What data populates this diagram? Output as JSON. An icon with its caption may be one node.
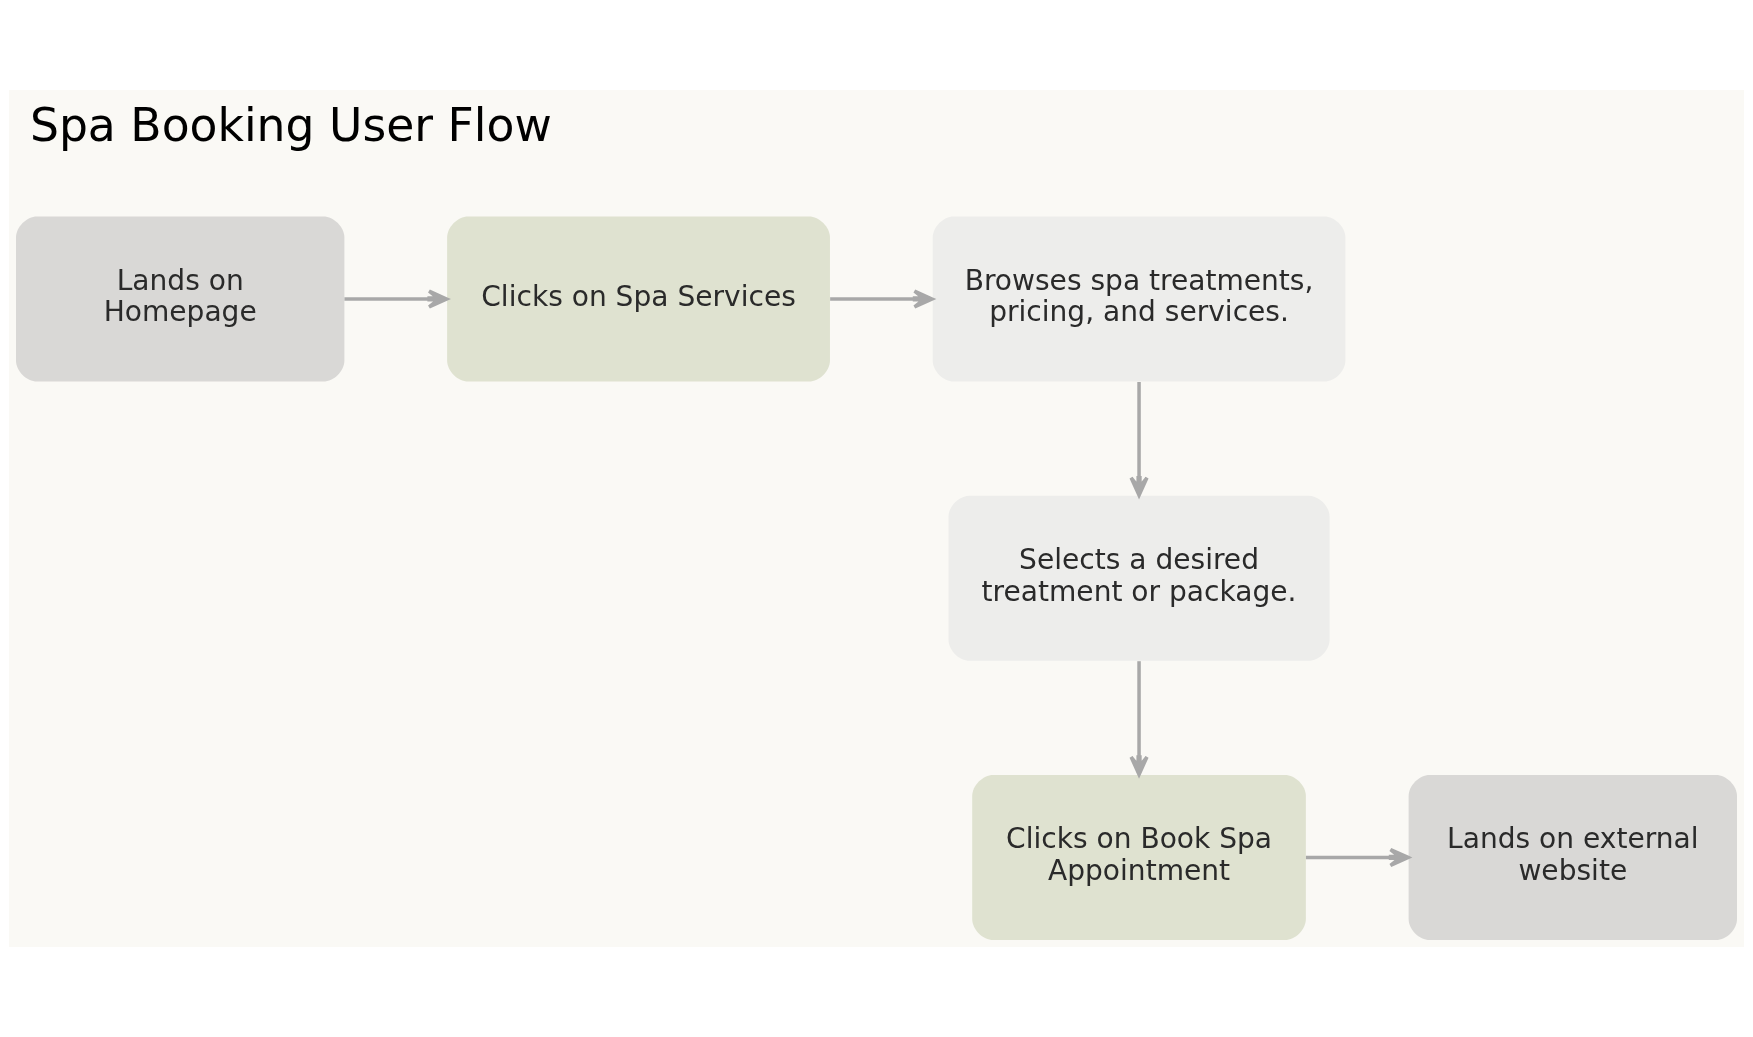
{
  "diagram": {
    "title": "Spa Booking User Flow",
    "nodes": [
      {
        "text": [
          "Lands on Homepage"
        ]
      },
      {
        "text": [
          "Clicks on Spa Services"
        ]
      },
      {
        "text": [
          "Browses spa treatments, pricing, and services."
        ]
      },
      {
        "text": [
          "Selects a desired treatment or package."
        ]
      },
      {
        "text": [
          "Clicks on Book Spa Appointment"
        ]
      },
      {
        "text": [
          "Lands on external website"
        ]
      }
    ],
    "edges": [
      {
        "from": 0,
        "to": 1,
        "arrow": "to"
      },
      {
        "from": 1,
        "to": 2,
        "arrow": "to"
      },
      {
        "from": 2,
        "to": 3,
        "arrow": "to"
      },
      {
        "from": 3,
        "to": 4,
        "arrow": "to"
      },
      {
        "from": 4,
        "to": 5,
        "arrow": "to"
      }
    ]
  }
}
